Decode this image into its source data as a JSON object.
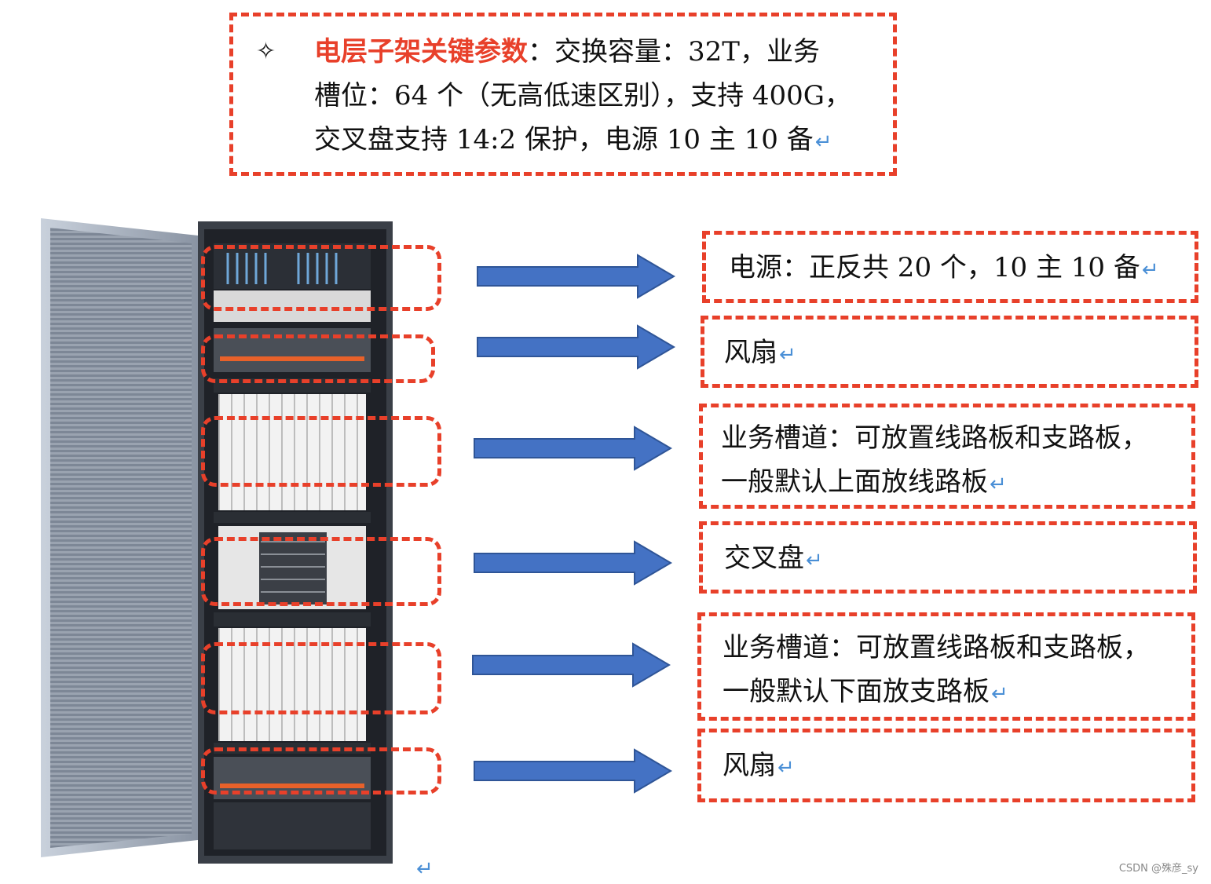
{
  "top_box": {
    "bullet": "✧",
    "highlight": "电层子架关键参数",
    "line1_rest": "：交换容量：32T，业务",
    "line2": "槽位：64 个（无高低速区别），支持 400G，",
    "line3": "交叉盘支持 14:2 保护，电源 10 主 10 备"
  },
  "return_mark": "↵",
  "labels": [
    {
      "lines": [
        "电源：正反共 20 个，10 主 10 备"
      ]
    },
    {
      "lines": [
        "风扇"
      ]
    },
    {
      "lines": [
        "业务槽道：可放置线路板和支路板，",
        "一般默认上面放线路板"
      ]
    },
    {
      "lines": [
        "交叉盘"
      ]
    },
    {
      "lines": [
        "业务槽道：可放置线路板和支路板，",
        "一般默认下面放支路板"
      ]
    },
    {
      "lines": [
        "风扇"
      ]
    }
  ],
  "watermark": "CSDN @殊彦_sy",
  "colors": {
    "dash": "#e8402a",
    "arrow": "#4472c4",
    "return_mark": "#4a8fd6"
  },
  "icons": [
    "bullet-star-icon",
    "return-mark-icon",
    "right-arrow-icon"
  ]
}
